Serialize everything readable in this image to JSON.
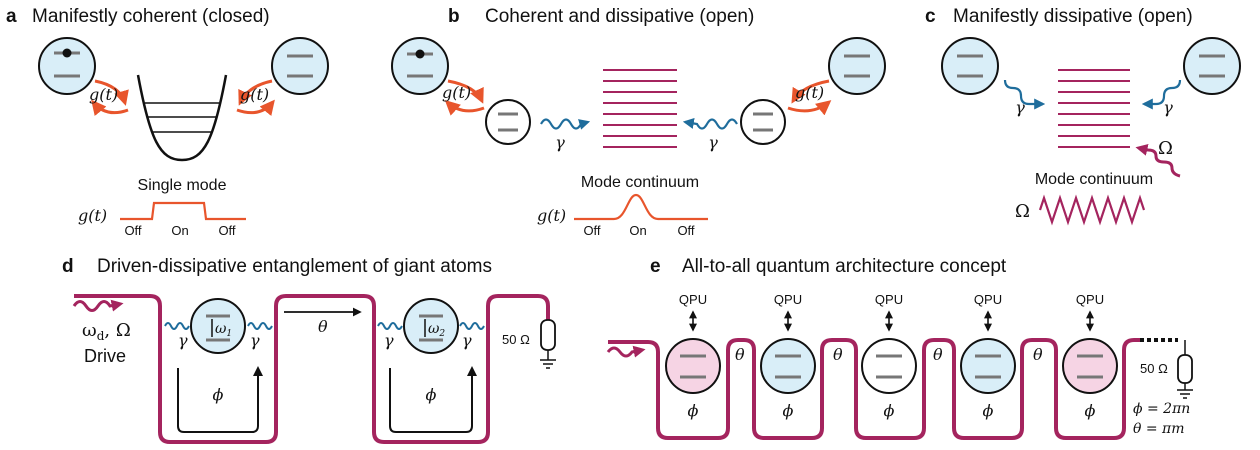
{
  "colors": {
    "coupling_arrow": "#e8552c",
    "decay_arrow": "#1f6d9c",
    "waveguide": "#a4245e",
    "atom_blue": "#d9eef8",
    "atom_pink": "#f6d4e4",
    "level": "#777777"
  },
  "panel_a": {
    "letter": "a",
    "title": "Manifestly coherent (closed)",
    "coupling_left": "g(t)",
    "coupling_right": "g(t)",
    "mode_label": "Single mode",
    "pulse_label": "g(t)",
    "pulse_off1": "Off",
    "pulse_on": "On",
    "pulse_off2": "Off"
  },
  "panel_b": {
    "letter": "b",
    "title": "Coherent and dissipative (open)",
    "coupling_left": "g(t)",
    "coupling_right": "g(t)",
    "decay_left": "γ",
    "decay_right": "γ",
    "mode_label": "Mode continuum",
    "pulse_label": "g(t)",
    "pulse_off1": "Off",
    "pulse_on": "On",
    "pulse_off2": "Off"
  },
  "panel_c": {
    "letter": "c",
    "title": "Manifestly dissipative (open)",
    "decay_left": "γ",
    "decay_right": "γ",
    "drive_symbol": "Ω",
    "mode_label": "Mode continuum",
    "drive_legend": "Ω"
  },
  "panel_d": {
    "letter": "d",
    "title": "Driven-dissipative entanglement of giant atoms",
    "drive_freq": "ω",
    "drive_freq_sub": "d",
    "drive_amp": ", Ω",
    "drive_label": "Drive",
    "atom1_freq": "ω",
    "atom1_sub": "1",
    "atom2_freq": "ω",
    "atom2_sub": "2",
    "gamma": "γ",
    "phi_left": "ϕ",
    "phi_right": "ϕ",
    "theta": "θ",
    "load": "50 Ω"
  },
  "panel_e": {
    "letter": "e",
    "title": "All-to-all quantum architecture concept",
    "qpu_labels": [
      "QPU",
      "QPU",
      "QPU",
      "QPU",
      "QPU"
    ],
    "atom_colors": [
      "pink",
      "blue",
      "white",
      "blue",
      "pink"
    ],
    "phi": "ϕ",
    "theta": "θ",
    "load": "50 Ω",
    "condition_phi": "ϕ = 2πn",
    "condition_theta": "θ = πm"
  }
}
